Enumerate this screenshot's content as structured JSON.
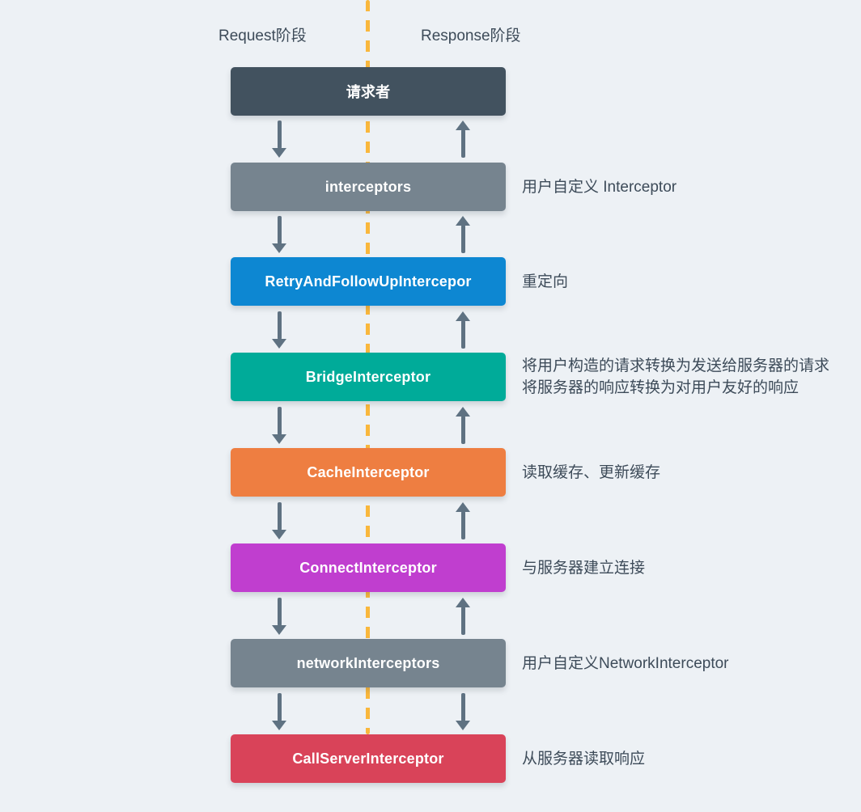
{
  "colors": {
    "background": "#edf1f5",
    "divider_dash": "#f9b73c",
    "arrow": "#5f7282",
    "annotation_text": "#3d4b59",
    "node_text": "#ffffff"
  },
  "headers": {
    "request": "Request阶段",
    "response": "Response阶段"
  },
  "nodes": [
    {
      "label": "请求者",
      "color": "#42525f",
      "annotation_lines": []
    },
    {
      "label": "interceptors",
      "color": "#76848f",
      "annotation_lines": [
        "用户自定义 Interceptor"
      ]
    },
    {
      "label": "RetryAndFollowUpIntercepor",
      "color": "#0d87d2",
      "annotation_lines": [
        "重定向"
      ]
    },
    {
      "label": "BridgeInterceptor",
      "color": "#00ab99",
      "annotation_lines": [
        "将用户构造的请求转换为发送给服务器的请求",
        "将服务器的响应转换为对用户友好的响应"
      ]
    },
    {
      "label": "CacheInterceptor",
      "color": "#ee7e41",
      "annotation_lines": [
        "读取缓存、更新缓存"
      ]
    },
    {
      "label": "ConnectInterceptor",
      "color": "#c03ecf",
      "annotation_lines": [
        "与服务器建立连接"
      ]
    },
    {
      "label": "networkInterceptors",
      "color": "#76848f",
      "annotation_lines": [
        "用户自定义NetworkInterceptor"
      ]
    },
    {
      "label": "CallServerInterceptor",
      "color": "#d94359",
      "annotation_lines": [
        "从服务器读取响应"
      ]
    }
  ],
  "gaps": [
    {
      "left": "down",
      "right": "up"
    },
    {
      "left": "down",
      "right": "up"
    },
    {
      "left": "down",
      "right": "up"
    },
    {
      "left": "down",
      "right": "up"
    },
    {
      "left": "down",
      "right": "up"
    },
    {
      "left": "down",
      "right": "up"
    },
    {
      "left": "down",
      "right": "down"
    }
  ]
}
